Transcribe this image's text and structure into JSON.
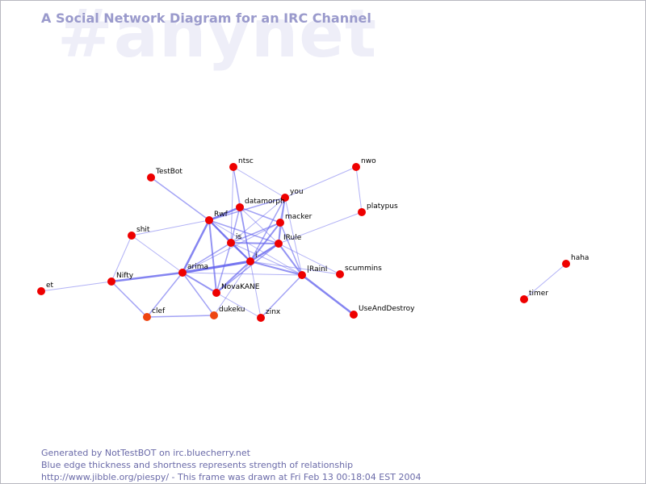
{
  "watermark": "#anynet",
  "title": "A Social Network Diagram for an IRC Channel",
  "footer": {
    "line1": "Generated by NotTestBOT on irc.bluecherry.net",
    "line2": "Blue edge thickness and shortness represents strength of relationship",
    "line3": "http://www.jibble.org/piespy/ - This frame was drawn at Fri Feb 13 00:18:04 EST 2004"
  },
  "colors": {
    "node": "#ee0000",
    "node_faded": "#ee4411",
    "edge": "#6666ee",
    "title": "#9a9acc",
    "watermark": "#eeeef8",
    "footer": "#6a6aa8"
  },
  "nodes": [
    {
      "id": "TestBot",
      "label": "TestBot"
    },
    {
      "id": "ntsc",
      "label": "ntsc"
    },
    {
      "id": "nwo",
      "label": "nwo"
    },
    {
      "id": "you",
      "label": "you"
    },
    {
      "id": "datamorph",
      "label": "datamorph"
    },
    {
      "id": "platypus",
      "label": "platypus"
    },
    {
      "id": "Rwf",
      "label": "Rwf"
    },
    {
      "id": "macker",
      "label": "macker"
    },
    {
      "id": "shit",
      "label": "shit"
    },
    {
      "id": "is",
      "label": "is"
    },
    {
      "id": "IRule",
      "label": "IRule"
    },
    {
      "id": "i",
      "label": "i"
    },
    {
      "id": "arima",
      "label": "arima"
    },
    {
      "id": "RainI",
      "label": "|RainI"
    },
    {
      "id": "scummins",
      "label": "scummins"
    },
    {
      "id": "Nifty",
      "label": "Nifty"
    },
    {
      "id": "et",
      "label": "et"
    },
    {
      "id": "NovaKANE",
      "label": "NovaKANE"
    },
    {
      "id": "clef",
      "label": "clef",
      "faded": true
    },
    {
      "id": "dukeku",
      "label": "dukeku",
      "faded": true
    },
    {
      "id": "zinx",
      "label": "zinx"
    },
    {
      "id": "UseAndDestroy",
      "label": "UseAndDestroy"
    },
    {
      "id": "haha",
      "label": "haha"
    },
    {
      "id": "timer",
      "label": "timer"
    }
  ],
  "edges": [
    [
      "TestBot",
      "Rwf",
      1.5
    ],
    [
      "shit",
      "Rwf",
      1
    ],
    [
      "shit",
      "Nifty",
      1
    ],
    [
      "shit",
      "arima",
      1
    ],
    [
      "Nifty",
      "et",
      1
    ],
    [
      "Nifty",
      "arima",
      2.5
    ],
    [
      "Nifty",
      "clef",
      1.5
    ],
    [
      "clef",
      "dukeku",
      1.5
    ],
    [
      "clef",
      "arima",
      1.5
    ],
    [
      "arima",
      "Rwf",
      2.5
    ],
    [
      "arima",
      "is",
      1.5
    ],
    [
      "arima",
      "i",
      3
    ],
    [
      "arima",
      "NovaKANE",
      2
    ],
    [
      "arima",
      "dukeku",
      1.5
    ],
    [
      "arima",
      "RainI",
      1
    ],
    [
      "arima",
      "macker",
      1
    ],
    [
      "Rwf",
      "is",
      2
    ],
    [
      "Rwf",
      "i",
      2
    ],
    [
      "Rwf",
      "NovaKANE",
      2
    ],
    [
      "Rwf",
      "datamorph",
      2.5
    ],
    [
      "Rwf",
      "IRule",
      1.5
    ],
    [
      "Rwf",
      "you",
      1.5
    ],
    [
      "Rwf",
      "RainI",
      1
    ],
    [
      "ntsc",
      "is",
      1
    ],
    [
      "ntsc",
      "i",
      1
    ],
    [
      "ntsc",
      "datamorph",
      1
    ],
    [
      "ntsc",
      "you",
      1
    ],
    [
      "nwo",
      "you",
      1
    ],
    [
      "nwo",
      "platypus",
      1
    ],
    [
      "platypus",
      "IRule",
      1
    ],
    [
      "you",
      "IRule",
      1.5
    ],
    [
      "you",
      "macker",
      1.5
    ],
    [
      "you",
      "i",
      1.5
    ],
    [
      "you",
      "is",
      1
    ],
    [
      "you",
      "RainI",
      1
    ],
    [
      "datamorph",
      "is",
      1.5
    ],
    [
      "datamorph",
      "i",
      1.5
    ],
    [
      "datamorph",
      "macker",
      1.5
    ],
    [
      "datamorph",
      "IRule",
      1
    ],
    [
      "macker",
      "is",
      1.5
    ],
    [
      "macker",
      "i",
      2
    ],
    [
      "macker",
      "IRule",
      1.5
    ],
    [
      "macker",
      "RainI",
      1.5
    ],
    [
      "is",
      "i",
      2
    ],
    [
      "is",
      "IRule",
      2
    ],
    [
      "is",
      "NovaKANE",
      1.5
    ],
    [
      "is",
      "RainI",
      1
    ],
    [
      "IRule",
      "i",
      2.5
    ],
    [
      "IRule",
      "RainI",
      2
    ],
    [
      "IRule",
      "scummins",
      1
    ],
    [
      "IRule",
      "NovaKANE",
      1.5
    ],
    [
      "i",
      "NovaKANE",
      2
    ],
    [
      "i",
      "RainI",
      2
    ],
    [
      "i",
      "dukeku",
      1
    ],
    [
      "i",
      "zinx",
      1
    ],
    [
      "i",
      "scummins",
      1
    ],
    [
      "RainI",
      "UseAndDestroy",
      2.5
    ],
    [
      "RainI",
      "zinx",
      1.5
    ],
    [
      "NovaKANE",
      "zinx",
      1
    ],
    [
      "haha",
      "timer",
      1
    ]
  ]
}
